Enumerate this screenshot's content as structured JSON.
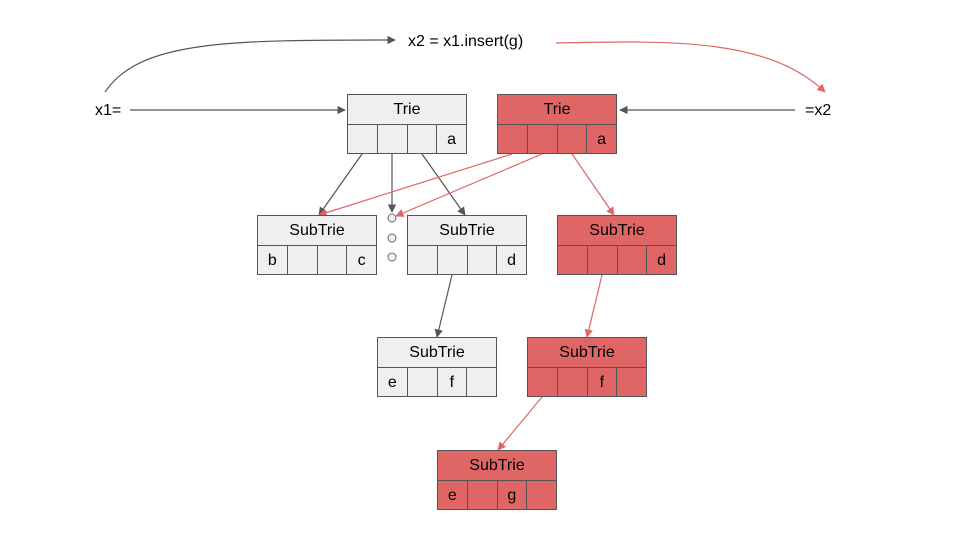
{
  "caption": "x2 = x1.insert(g)",
  "left_label": "x1=",
  "right_label": "=x2",
  "colors": {
    "old": "#efefef",
    "new": "#e06666",
    "old_edge": "#555555",
    "new_edge": "#e06666"
  },
  "nodes": [
    {
      "id": "trie-old",
      "title": "Trie",
      "cells": [
        "",
        "",
        "",
        "a"
      ],
      "style": "gray"
    },
    {
      "id": "trie-new",
      "title": "Trie",
      "cells": [
        "",
        "",
        "",
        "a"
      ],
      "style": "red"
    },
    {
      "id": "subtrie-bc",
      "title": "SubTrie",
      "cells": [
        "b",
        "",
        "",
        "c"
      ],
      "style": "gray"
    },
    {
      "id": "subtrie-d-old",
      "title": "SubTrie",
      "cells": [
        "",
        "",
        "",
        "d"
      ],
      "style": "gray"
    },
    {
      "id": "subtrie-d-new",
      "title": "SubTrie",
      "cells": [
        "",
        "",
        "",
        "d"
      ],
      "style": "red"
    },
    {
      "id": "subtrie-ef-old",
      "title": "SubTrie",
      "cells": [
        "e",
        "",
        "f",
        ""
      ],
      "style": "gray"
    },
    {
      "id": "subtrie-f-new",
      "title": "SubTrie",
      "cells": [
        "",
        "",
        "f",
        ""
      ],
      "style": "red"
    },
    {
      "id": "subtrie-eg-new",
      "title": "SubTrie",
      "cells": [
        "e",
        "",
        "g",
        ""
      ],
      "style": "red"
    }
  ]
}
